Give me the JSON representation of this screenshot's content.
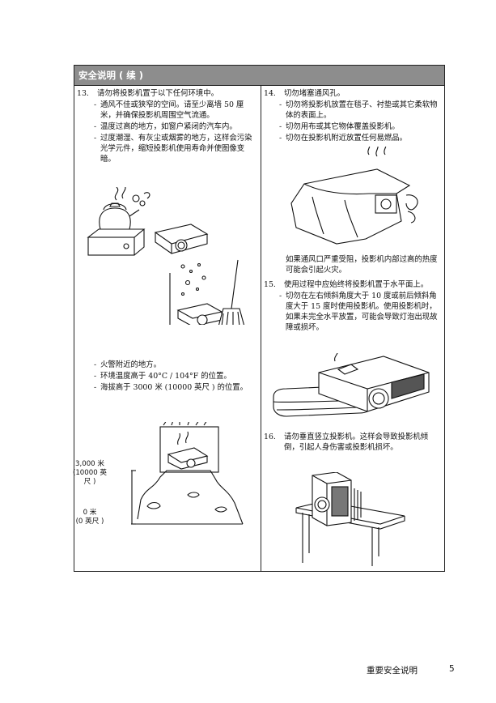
{
  "header": {
    "title": "安全说明 ( 续 )"
  },
  "left": {
    "item13": {
      "num": "13.",
      "text": "请勿将投影机置于以下任何环境中。",
      "subs": [
        "通风不佳或狭窄的空间。请至少离墙 50 厘米，并确保投影机周围空气流通。",
        "温度过高的地方，如窗户紧闭的汽车内。",
        "过度潮湿、有灰尘或烟雾的地方，这样会污染光学元件，缩短投影机使用寿命并使图像变暗。"
      ],
      "subs2": [
        "火警附近的地方。",
        "环境温度高于 40°C / 104°F 的位置。",
        "海拔高于 3000 米 (10000 英尺 ) 的位置。"
      ]
    },
    "altitude": {
      "high_1": "3,000 米",
      "high_2": "(10000 英",
      "high_3": "尺 )",
      "low_1": "0 米",
      "low_2": "(0 英尺 )"
    }
  },
  "right": {
    "item14": {
      "num": "14.",
      "text": "切勿堵塞通风孔。",
      "subs": [
        "切勿将投影机放置在毯子、衬垫或其它柔软物体的表面上。",
        "切勿用布或其它物体覆盖投影机。",
        "切勿在投影机附近放置任何易燃品。"
      ],
      "note": "如果通风口严重受阻，投影机内部过高的热度可能会引起火灾。"
    },
    "item15": {
      "num": "15.",
      "text": "使用过程中应始终将投影机置于水平面上。",
      "subs": [
        "切勿在左右倾斜角度大于 10 度或前后倾斜角度大于 15 度时使用投影机。使用投影机时，如果未完全水平放置，可能会导致灯泡出现故障或损坏。"
      ]
    },
    "item16": {
      "num": "16.",
      "text": "请勿垂直竖立投影机。这样会导致投影机倾倒，引起人身伤害或投影机损坏。"
    }
  },
  "footer": {
    "title": "重要安全说明",
    "page": "5"
  }
}
